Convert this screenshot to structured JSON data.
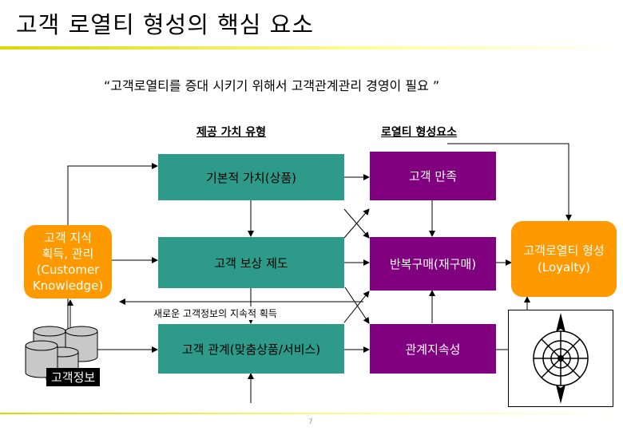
{
  "title": "고객 로열티 형성의 핵심 요소",
  "quote": "“고객로열티를 증대 시키기 위해서 고객관계관리 경영이 필요 ”",
  "columns": {
    "left_header": "제공 가치 유형",
    "right_header": "로열티 형성요소"
  },
  "value_types": [
    "기본적 가치(상품)",
    "고객 보상 제도",
    "고객 관계(맞춤상품/서비스)"
  ],
  "loyalty_elements": [
    "고객 만족",
    "반복구매(재구매)",
    "관계지속성"
  ],
  "knowledge": {
    "line1": "고객 지식",
    "line2": "획득, 관리",
    "line3": "(Customer",
    "line4": "Knowledge)"
  },
  "outcome": {
    "line1": "고객로열티 형성",
    "line2": "(Loyalty)"
  },
  "feedback_label": "새로운 고객정보의 지속적 획득",
  "database_label": "고객정보",
  "page_number": "7",
  "colors": {
    "teal": "#2e9a8a",
    "purple": "#800080",
    "orange": "#ff9900",
    "title_underline": "#d9d900"
  },
  "icons": {
    "database": "database-stack-icon",
    "compass": "compass-icon"
  }
}
